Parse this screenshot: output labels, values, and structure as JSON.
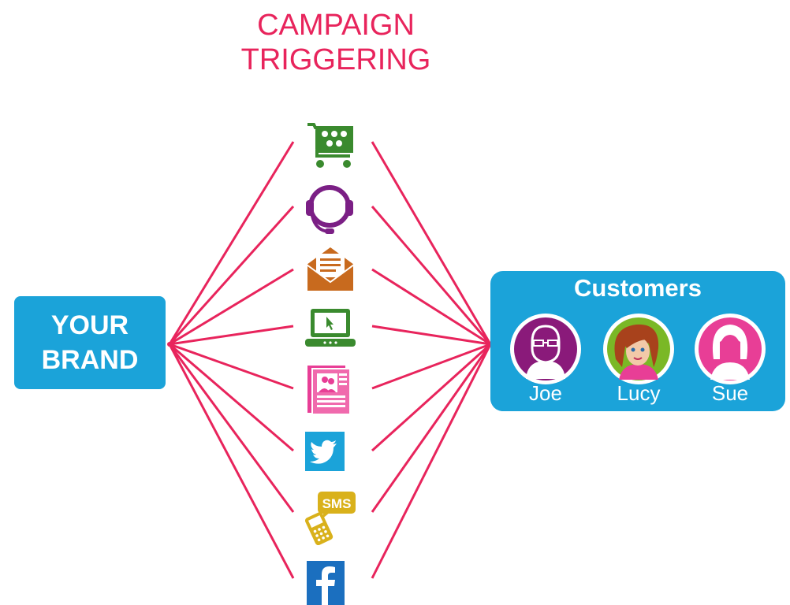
{
  "title": {
    "line1": "CAMPAIGN",
    "line2": "TRIGGERING"
  },
  "brand": {
    "line1": "YOUR",
    "line2": "BRAND"
  },
  "customers": {
    "title": "Customers",
    "people": [
      {
        "name": "Joe",
        "avatar_color": "#8a1a7a"
      },
      {
        "name": "Lucy",
        "avatar_color": "#7ab826"
      },
      {
        "name": "Sue",
        "avatar_color": "#e83e96"
      }
    ]
  },
  "channels": [
    {
      "icon": "shopping-cart-icon",
      "color": "#3a8a2e"
    },
    {
      "icon": "headset-icon",
      "color": "#7b1f85"
    },
    {
      "icon": "email-open-icon",
      "color": "#c86a1e"
    },
    {
      "icon": "laptop-icon",
      "color": "#3a8a2e"
    },
    {
      "icon": "newspaper-icon",
      "color": "#e83e96"
    },
    {
      "icon": "twitter-icon",
      "color": "#1ba3d9"
    },
    {
      "icon": "sms-phone-icon",
      "color": "#d9b11b"
    },
    {
      "icon": "facebook-icon",
      "color": "#1b6fbf"
    }
  ],
  "colors": {
    "accent": "#e8245c",
    "box": "#1ba3d9"
  }
}
